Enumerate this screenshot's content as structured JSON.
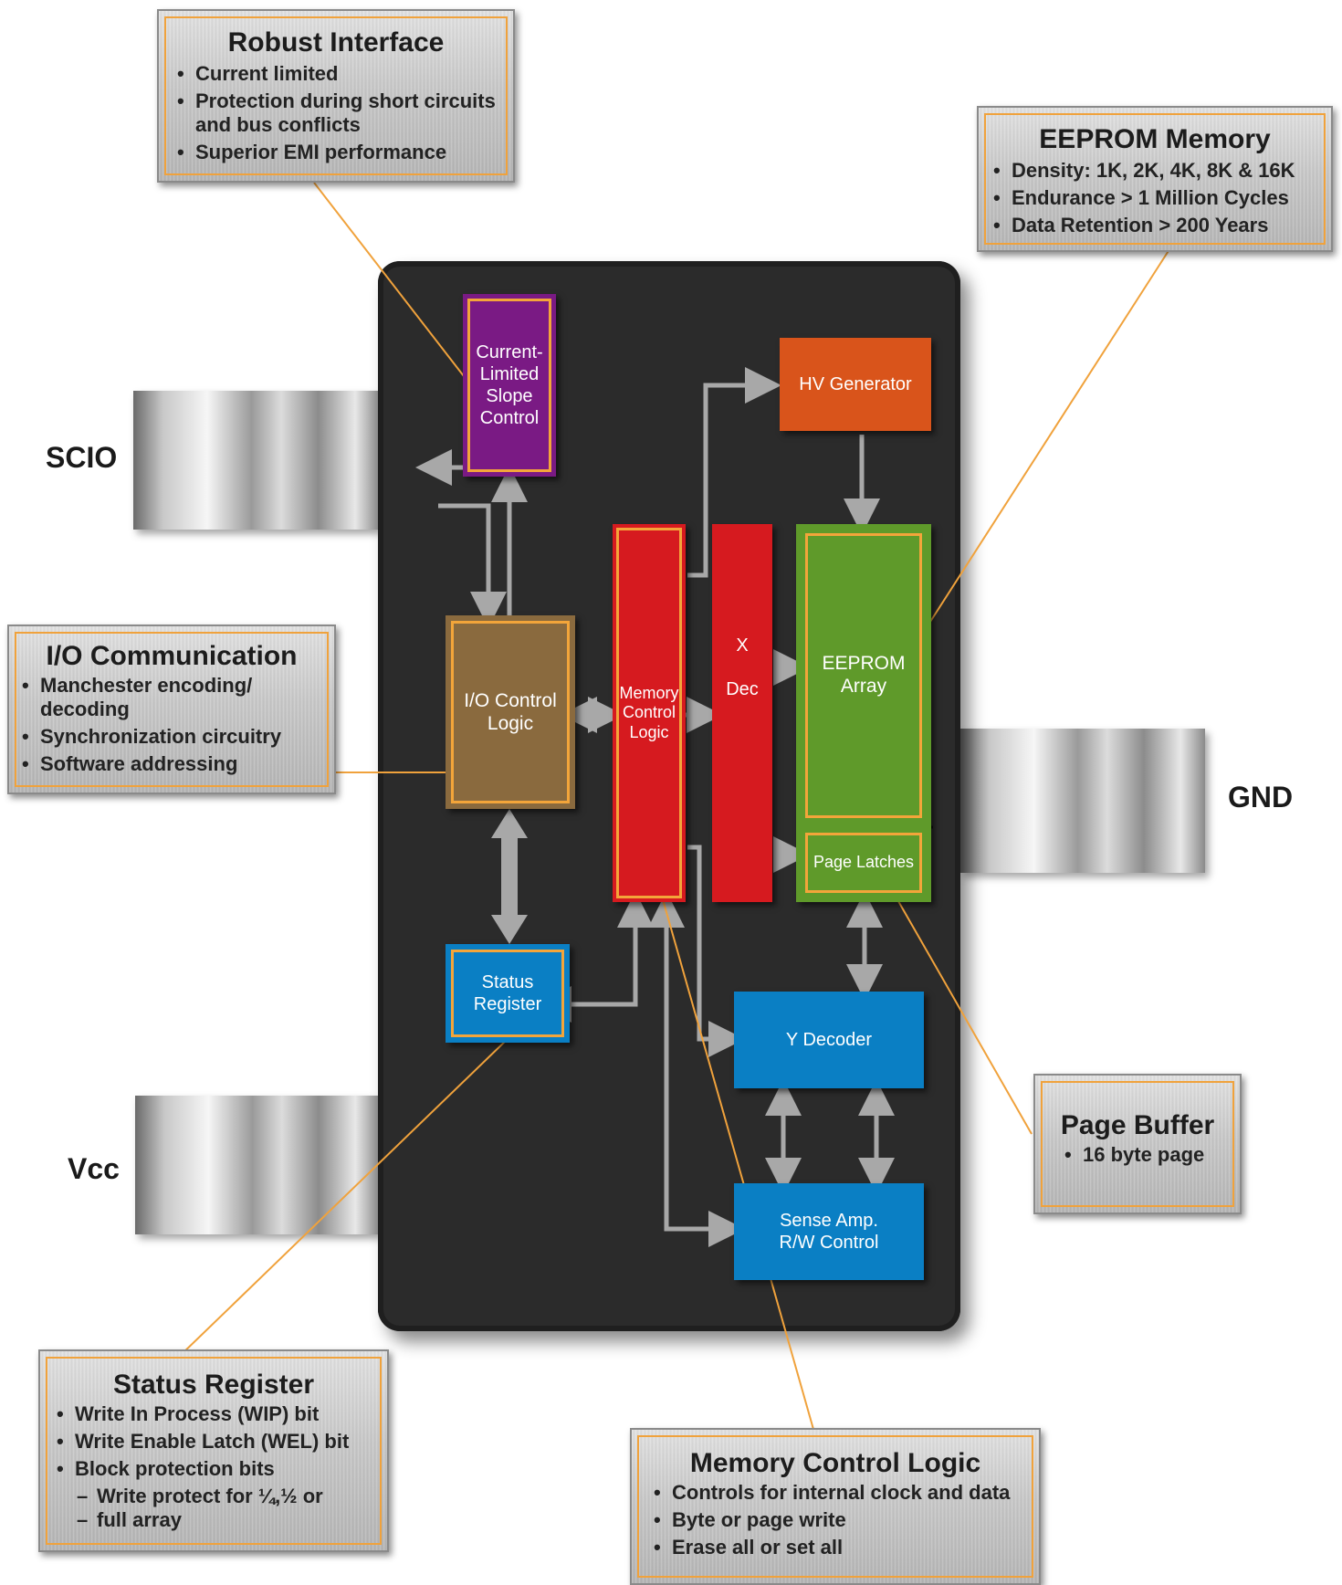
{
  "pins": {
    "scio": "SCIO",
    "vcc": "Vcc",
    "gnd": "GND"
  },
  "blocks": {
    "slope": "Current-\nLimited\nSlope\nControl",
    "io": "I/O Control\nLogic",
    "mem": "Memory\nControl\nLogic",
    "xdec": "X\n\nDec",
    "hv": "HV Generator",
    "eeprom": "EEPROM\nArray",
    "latches": "Page Latches",
    "status": "Status\nRegister",
    "ydec": "Y Decoder",
    "sense": "Sense Amp.\nR/W Control"
  },
  "callouts": {
    "robust": {
      "title": "Robust Interface",
      "items": [
        "Current limited",
        "Protection during short circuits",
        "and bus conflicts",
        "Superior EMI performance"
      ]
    },
    "eeprom": {
      "title": "EEPROM Memory",
      "items": [
        "Density: 1K, 2K, 4K, 8K & 16K",
        "Endurance > 1 Million Cycles",
        "Data Retention > 200 Years"
      ]
    },
    "io": {
      "title": "I/O Communication",
      "items": [
        "Manchester encoding/",
        "decoding",
        "Synchronization circuitry",
        "Software addressing"
      ]
    },
    "page": {
      "title": "Page Buffer",
      "items": [
        "16 byte page"
      ]
    },
    "status": {
      "title": "Status Register",
      "items": [
        "Write In Process (WIP) bit",
        "Write Enable Latch (WEL) bit",
        "Block protection bits",
        "Write protect for ¼,½ or",
        "full array"
      ]
    },
    "mem": {
      "title": "Memory Control Logic",
      "items": [
        "Controls for internal clock and data",
        "Byte or page write",
        "Erase all or set all"
      ]
    }
  },
  "colors": {
    "chip": "#2b2b2b",
    "slope": "#7a1a84",
    "io": "#8a6a3e",
    "mem": "#d61a1f",
    "hv": "#d9541b",
    "eeprom": "#5f9a2a",
    "blue": "#0a7fc4",
    "callout_line": "#f0a23c",
    "arrow": "#a8a8a8"
  }
}
